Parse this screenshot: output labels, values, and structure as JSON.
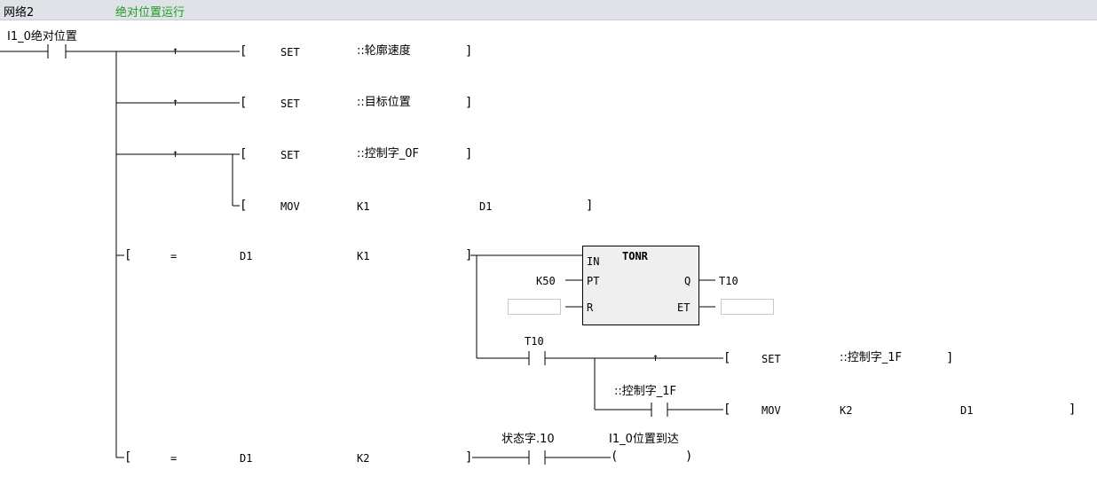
{
  "header": {
    "network": "网络2",
    "title": "绝对位置运行"
  },
  "contacts": {
    "main": "I1_0绝对位置",
    "t10": "T10",
    "ctrl1f": "::控制字_1F",
    "status": "状态字.10",
    "arrive": "I1_0位置到达"
  },
  "rungs": [
    {
      "op": "SET",
      "arg1": "::轮廓速度",
      "arg2": ""
    },
    {
      "op": "SET",
      "arg1": "::目标位置",
      "arg2": ""
    },
    {
      "op": "SET",
      "arg1": "::控制字_0F",
      "arg2": ""
    },
    {
      "op": "MOV",
      "arg1": "K1",
      "arg2": "D1"
    },
    {
      "op": "=",
      "arg1": "D1",
      "arg2": "K1"
    },
    {
      "op": "SET",
      "arg1": "::控制字_1F",
      "arg2": ""
    },
    {
      "op": "MOV",
      "arg1": "K2",
      "arg2": "D1"
    },
    {
      "op": "=",
      "arg1": "D1",
      "arg2": "K2"
    }
  ],
  "timer": {
    "name": "TONR",
    "pins": {
      "in": "IN",
      "pt": "PT",
      "r": "R",
      "q": "Q",
      "et": "ET"
    },
    "pt_value": "K50",
    "q_output": "T10"
  }
}
